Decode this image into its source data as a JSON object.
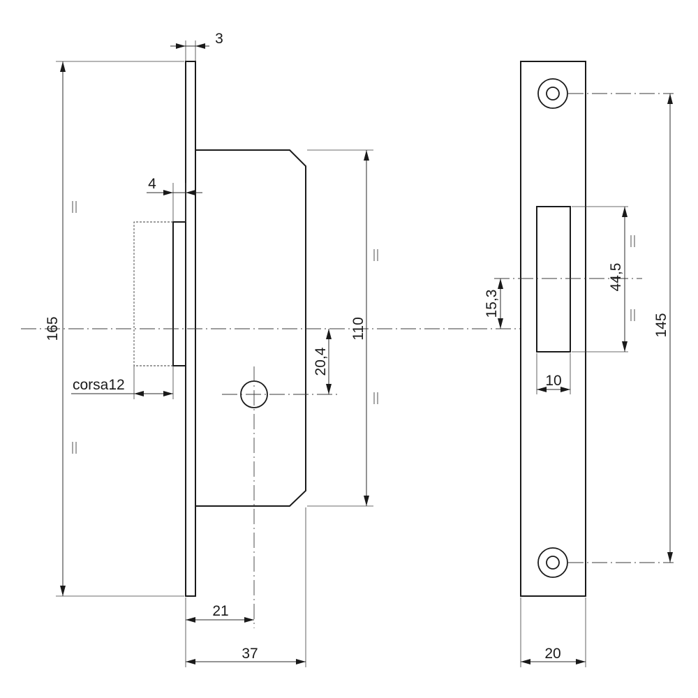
{
  "dimensions": {
    "faceplate_thickness": "3",
    "lock_height": "165",
    "offset": "4",
    "stroke_label": "corsa12",
    "case_height": "110",
    "keyhole_offset": "20,4",
    "backset": "21",
    "case_depth": "37",
    "strike_hole_spacing": "145",
    "latch_slot_height": "44,5",
    "latch_offset": "15,3",
    "latch_slot_width": "10",
    "strike_width": "20"
  }
}
